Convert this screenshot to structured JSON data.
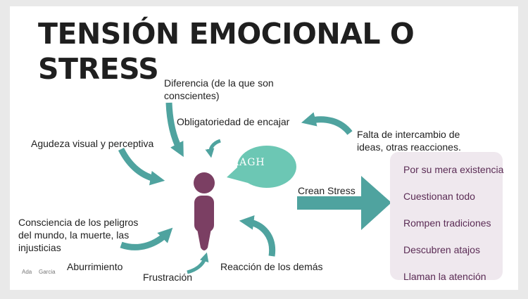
{
  "title": "TENSIÓN EMOCIONAL O\nSTRESS",
  "bubble_text": "AAGH",
  "labels": {
    "diferencia": "Diferencia (de la que son\nconscientes)",
    "obligatoriedad": "Obligatoriedad de encajar",
    "falta": "Falta de intercambio de\nideas, otras reacciones.",
    "agudeza": "Agudeza visual y perceptiva",
    "consciencia": "Consciencia de los peligros\ndel  mundo, la muerte, las\ninjusticias",
    "aburrimiento": "Aburrimiento",
    "frustracion": "Frustración",
    "reaccion": "Reacción de los demás",
    "crean_stress": "Crean Stress"
  },
  "results": [
    "Por su mera existencia",
    "Cuestionan todo",
    "Rompen tradiciones",
    "Descubren atajos",
    "Llaman la atención"
  ],
  "author": {
    "first": "Ada",
    "last": "Garcia"
  },
  "icons": {
    "figure": "person-silhouette-icon",
    "bubble": "speech-bubble-icon",
    "arrows": "curved-arrow-icon",
    "big_arrow": "right-arrow-icon"
  },
  "colors": {
    "teal": "#4fa39f",
    "bubble": "#6cc7b4",
    "figure": "#7b3f63",
    "panel_bg": "#efe8ee",
    "panel_text": "#5b2c55",
    "title": "#1f1f1f"
  }
}
